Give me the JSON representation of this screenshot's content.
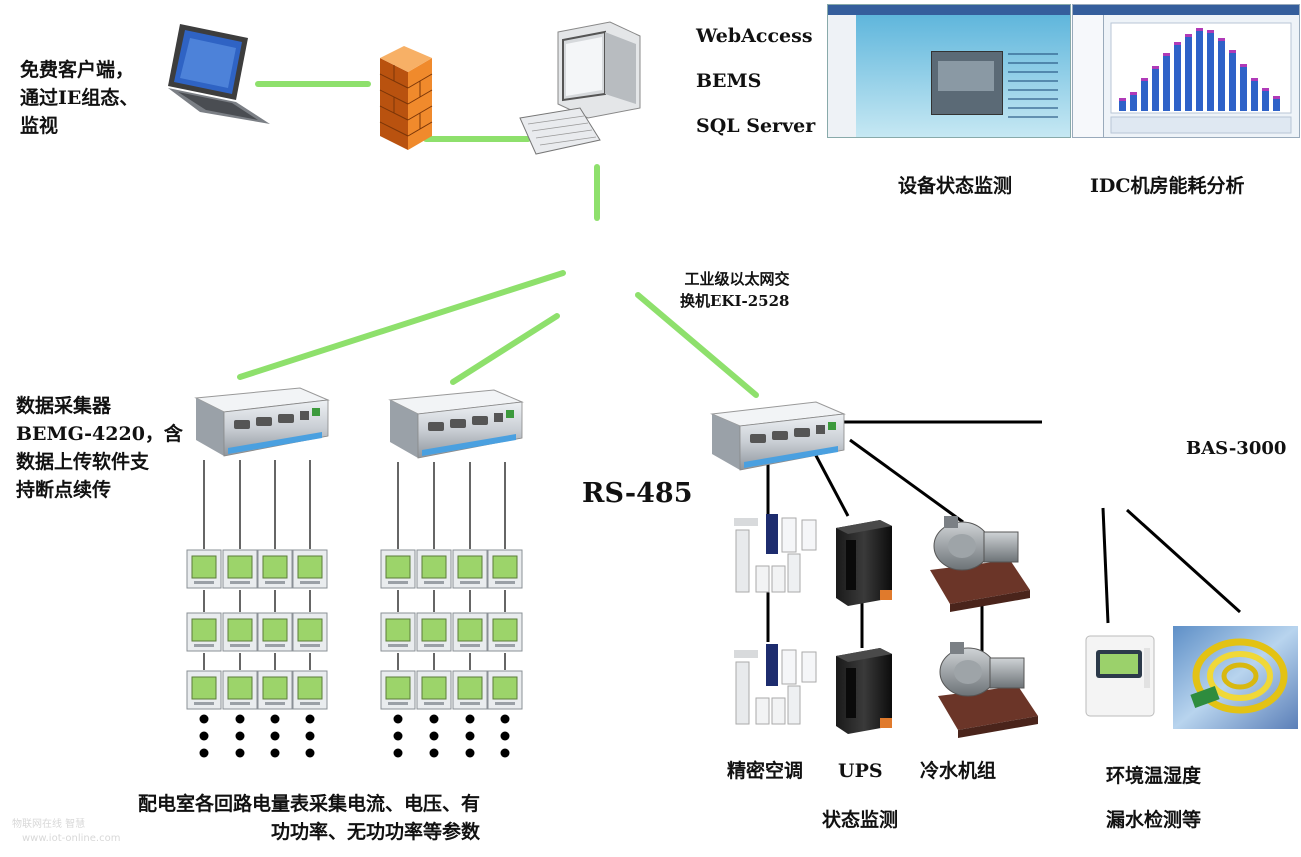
{
  "labels": {
    "client": "免费客户端，\n通过IE组态、\n监视",
    "software": [
      "WebAccess",
      "BEMS",
      "SQL Server"
    ],
    "device_monitor": "设备状态监测",
    "idc_analysis": "IDC机房能耗分析",
    "switch": "工业级以太网交\n换机EKI-2528",
    "collector": "数据采集器\nBEMG-4220，含\n数据上传软件支\n持断点续传",
    "rs485": "RS-485",
    "bas": "BAS-3000",
    "meters": "配电室各回路电量表采集电流、电压、有\n功功率、无功功率等参数",
    "ac": "精密空调",
    "ups": "UPS",
    "chiller": "冷水机组",
    "status": "状态监测",
    "env1": "环境温湿度",
    "env2": "漏水检测等",
    "watermark1": "物联网在线 智慧",
    "watermark2": "www.iot-online.com"
  },
  "colors": {
    "network_link": "#8ee06c",
    "serial_link": "#000000",
    "meter_screen": "#9cd46a",
    "firewall": "#e0701c",
    "dots": "#000000"
  },
  "icons": {
    "laptop": "laptop-icon",
    "firewall": "firewall-icon",
    "server": "workstation-icon",
    "collector": "data-collector-icon",
    "meter": "power-meter-icon",
    "ac": "precision-ac-icon",
    "ups": "ups-icon",
    "chiller": "chiller-pump-icon",
    "sensor": "humidity-sensor-icon",
    "leak": "leak-detector-icon"
  }
}
